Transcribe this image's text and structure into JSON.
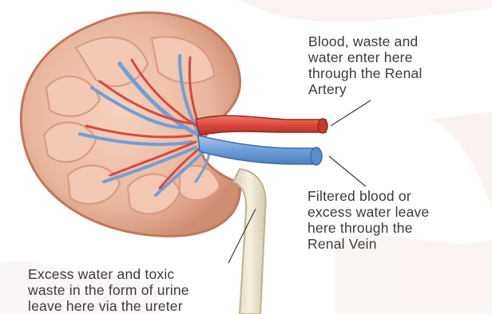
{
  "labels": {
    "renal_artery": [
      "Blood, waste and",
      "water enter here",
      "through the Renal",
      "Artery"
    ],
    "renal_vein": [
      "Filtered blood or",
      "excess water leave",
      "here through the",
      "Renal Vein"
    ],
    "ureter": [
      "Excess water and toxic",
      "waste in the form of urine",
      "leave here via the ureter"
    ]
  },
  "colors": {
    "cortex": "#e8b7a0",
    "cortex_edge": "#c9856b",
    "pyramid": "#f0c4ae",
    "artery": "#d9483b",
    "vein": "#6f9fd8",
    "ureter": "#efe8d2",
    "text": "#3a3a3a"
  }
}
